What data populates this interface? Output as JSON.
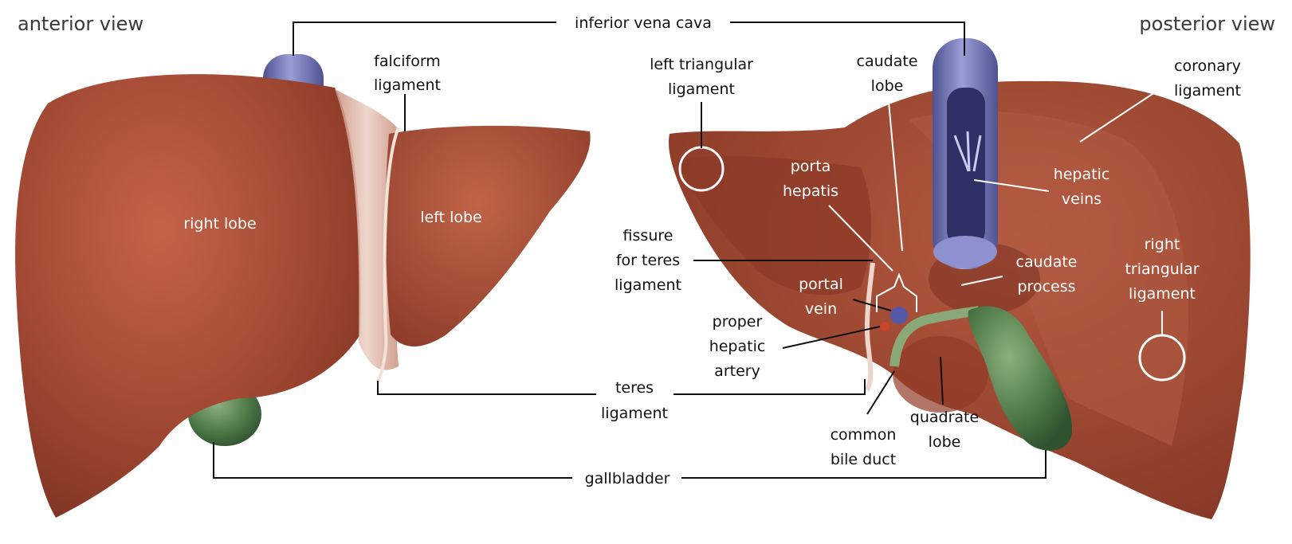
{
  "views": {
    "anterior": "anterior view",
    "posterior": "posterior view"
  },
  "labels": {
    "inferior_vena_cava": "inferior vena cava",
    "falciform_ligament": [
      "falciform",
      "ligament"
    ],
    "right_lobe": "right lobe",
    "left_lobe": "left lobe",
    "left_triangular_ligament": [
      "left triangular",
      "ligament"
    ],
    "caudate_lobe": [
      "caudate",
      "lobe"
    ],
    "coronary_ligament": [
      "coronary",
      "ligament"
    ],
    "porta_hepatis": [
      "porta",
      "hepatis"
    ],
    "hepatic_veins": [
      "hepatic",
      "veins"
    ],
    "fissure_for_teres_ligament": [
      "fissure",
      "for teres",
      "ligament"
    ],
    "caudate_process": [
      "caudate",
      "process"
    ],
    "right_triangular_ligament": [
      "right",
      "triangular",
      "ligament"
    ],
    "portal_vein": [
      "portal",
      "vein"
    ],
    "proper_hepatic_artery": [
      "proper",
      "hepatic",
      "artery"
    ],
    "teres_ligament": [
      "teres",
      "ligament"
    ],
    "quadrate_lobe": [
      "quadrate",
      "lobe"
    ],
    "common_bile_duct": [
      "common",
      "bile duct"
    ],
    "gallbladder": "gallbladder"
  },
  "colors": {
    "liver": "#9e4632",
    "liver_dark": "#7a3222",
    "liver_light": "#b85a42",
    "vein": "#6e72b8",
    "gallbladder": "#4f7a47",
    "ligament": "#e8c6b8",
    "artery": "#c8452c"
  }
}
